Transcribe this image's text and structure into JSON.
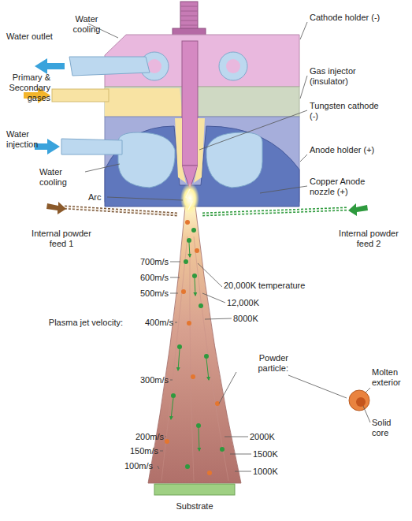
{
  "diagram": {
    "labels": [
      "Water cooling",
      "Cathode holder (-)",
      "Water outlet",
      "Primary & Secondary gases",
      "Gas injector (insulator)",
      "Tungsten cathode (-)",
      "Water injection",
      "Anode holder (+)",
      "Water cooling",
      "Copper Anode nozzle (+)",
      "Arc",
      "Internal powder feed 1",
      "Internal powder feed 2",
      "700m/s",
      "20,000K temperature",
      "600m/s",
      "12,000K",
      "500m/s",
      "8000K",
      "Plasma jet velocity:",
      "400m/s",
      "Powder particle:",
      "Molten exterior",
      "Solid core",
      "300m/s",
      "200m/s",
      "2000K",
      "150m/s",
      "1500K",
      "100m/s",
      "1000K",
      "Substrate"
    ]
  }
}
